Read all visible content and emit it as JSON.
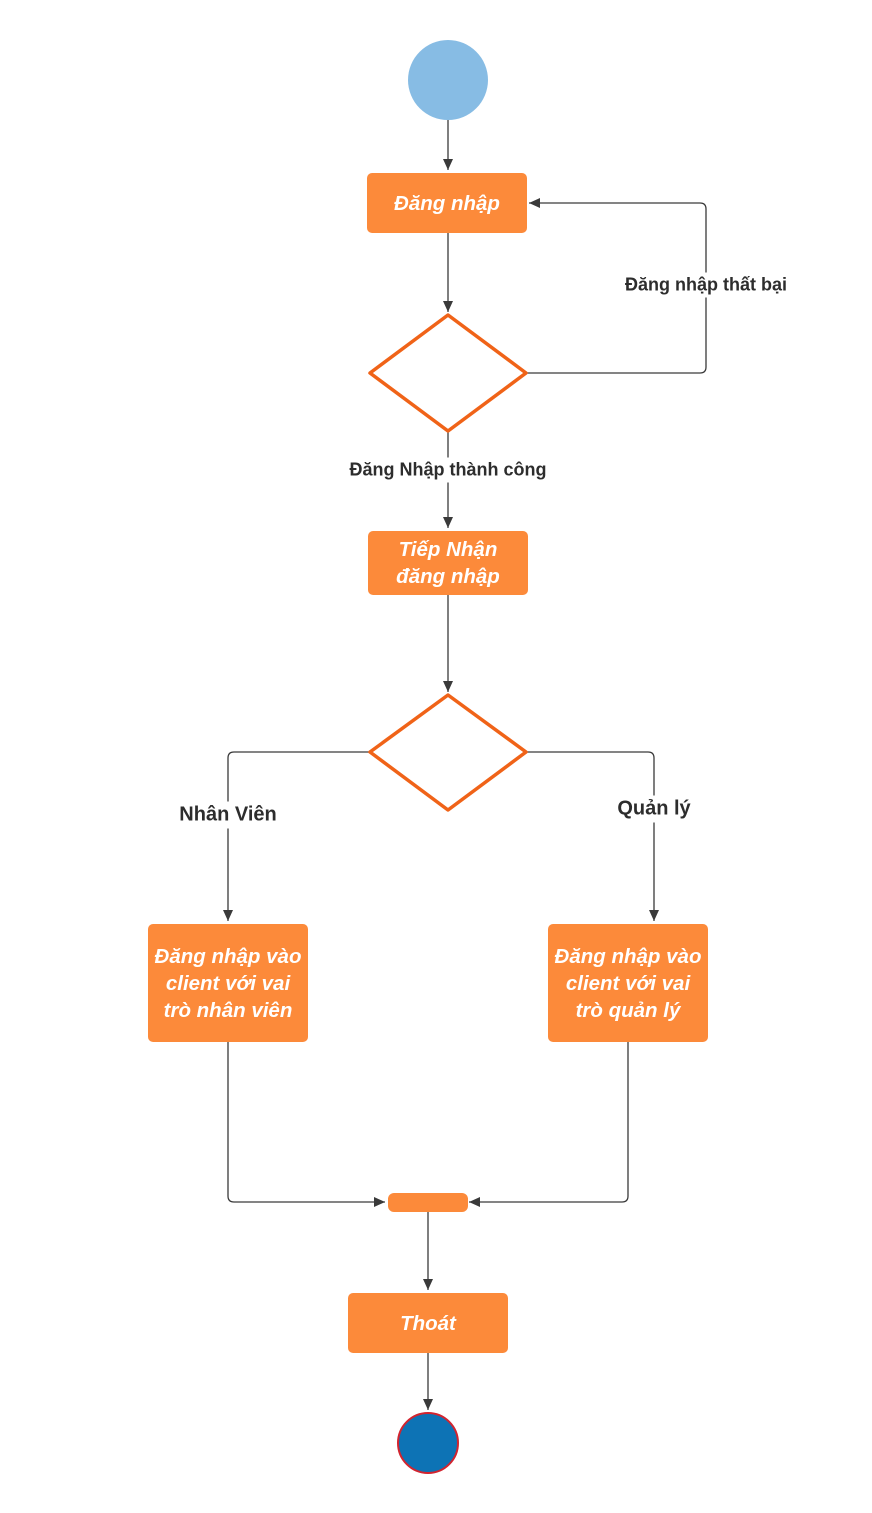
{
  "nodes": {
    "login": "Đăng nhập",
    "receive_login": "Tiếp Nhận đăng nhập",
    "staff_client": "Đăng nhập vào client với vai trò nhân viên",
    "manager_client": "Đăng nhập vào client với vai trò quản lý",
    "exit": "Thoát"
  },
  "edge_labels": {
    "login_failed": "Đăng nhập thất bại",
    "login_success": "Đăng Nhập thành công",
    "staff": "Nhân Viên",
    "manager": "Quản lý"
  },
  "colors": {
    "action_fill": "#fc8a3a",
    "decision_stroke": "#f06318",
    "start_fill": "#87bce4",
    "final_fill": "#0d73b5",
    "final_stroke": "#d2242f",
    "edge": "#3a3a3a"
  }
}
